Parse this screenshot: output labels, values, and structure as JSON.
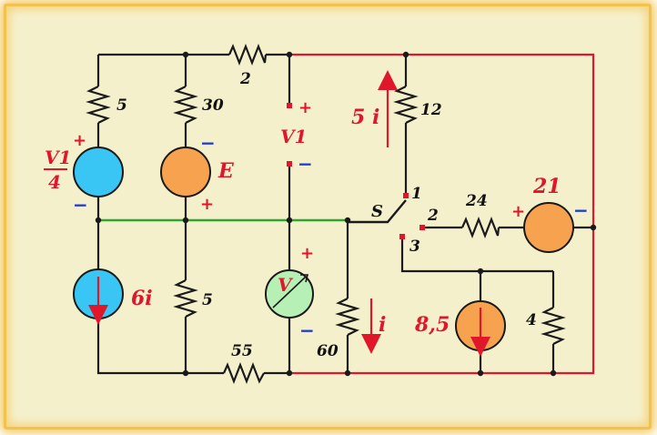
{
  "resistors": {
    "r_top": "2",
    "r_left_top": "5",
    "r_mid_top": "30",
    "r_mid_bottom": "5",
    "r_bottom": "55",
    "r_60": "60",
    "r_12": "12",
    "r_24": "24",
    "r_4": "4"
  },
  "sources": {
    "dep_voltage_top": "V1",
    "dep_voltage_bottom": "4",
    "voltage_E": "E",
    "current_6i": "6i",
    "voltmeter": "V",
    "voltage_21": "21",
    "current_85": "8,5"
  },
  "labels": {
    "v1_measure": "V1",
    "current_5i": "5 i",
    "current_i": "i",
    "switch": "S",
    "switch_pos1": "1",
    "switch_pos2": "2",
    "switch_pos3": "3"
  },
  "signs": {
    "plus": "+",
    "minus": "−"
  },
  "colors": {
    "wire": "#1a1a1a",
    "wire_red": "#e0162b",
    "wire_green": "#2fa52f",
    "source_blue": "#39c6f4",
    "source_orange": "#f6a24e",
    "voltmeter_green": "#b7f0b4",
    "frame_gold": "#f2c14e",
    "background": "#f5f0cc"
  }
}
